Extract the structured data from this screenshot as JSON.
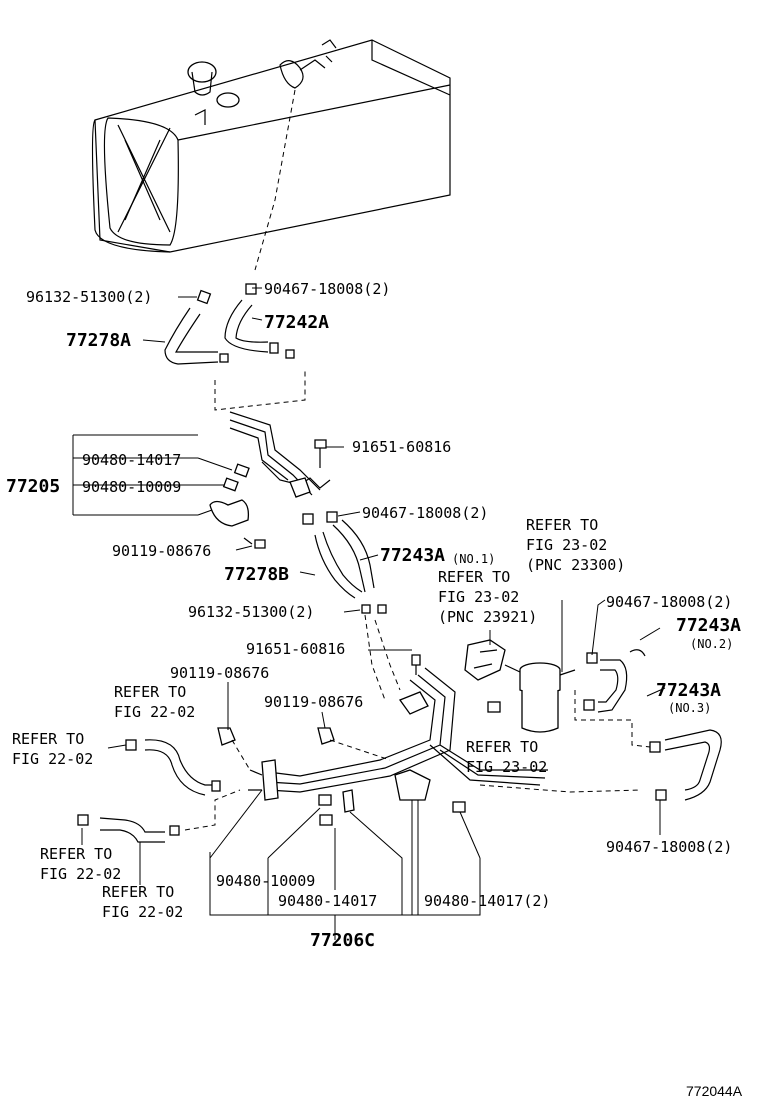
{
  "labels": {
    "p96132_top": "96132-51300(2)",
    "p90467_top": "90467-18008(2)",
    "p77242A": "77242A",
    "p77278A": "77278A",
    "p91651_a": "91651-60816",
    "p90480_14017": "90480-14017",
    "p77205": "77205",
    "p90480_10009": "90480-10009",
    "p90467_mid": "90467-18008(2)",
    "p90119_a": "90119-08676",
    "p77243A_1": "77243A",
    "p77243A_1_note": "(NO.1)",
    "p77278B": "77278B",
    "p96132_mid": "96132-51300(2)",
    "p91651_b": "91651-60816",
    "p90119_b": "90119-08676",
    "p90119_c": "90119-08676",
    "p90467_right_top": "90467-18008(2)",
    "p77243A_2": "77243A",
    "p77243A_2_note": "(NO.2)",
    "p77243A_3": "77243A",
    "p77243A_3_note": "(NO.3)",
    "p90467_right_bottom": "90467-18008(2)",
    "p90480_10009_b": "90480-10009",
    "p90480_14017_b": "90480-14017",
    "p90480_14017_c": "90480-14017(2)",
    "p77206C": "77206C",
    "figure_id": "772044A"
  },
  "refs": {
    "ref_23300_l1": "REFER TO",
    "ref_23300_l2": "FIG 23-02",
    "ref_23300_l3": "(PNC 23300)",
    "ref_23921_l1": "REFER TO",
    "ref_23921_l2": "FIG 23-02",
    "ref_23921_l3": "(PNC 23921)",
    "ref_23_02_l1": "REFER TO",
    "ref_23_02_l2": "FIG 23-02",
    "ref_22_a_l1": "REFER TO",
    "ref_22_a_l2": "FIG 22-02",
    "ref_22_b_l1": "REFER TO",
    "ref_22_b_l2": "FIG 22-02",
    "ref_22_c_l1": "REFER TO",
    "ref_22_c_l2": "FIG 22-02",
    "ref_22_d_l1": "REFER TO",
    "ref_22_d_l2": "FIG 22-02"
  }
}
